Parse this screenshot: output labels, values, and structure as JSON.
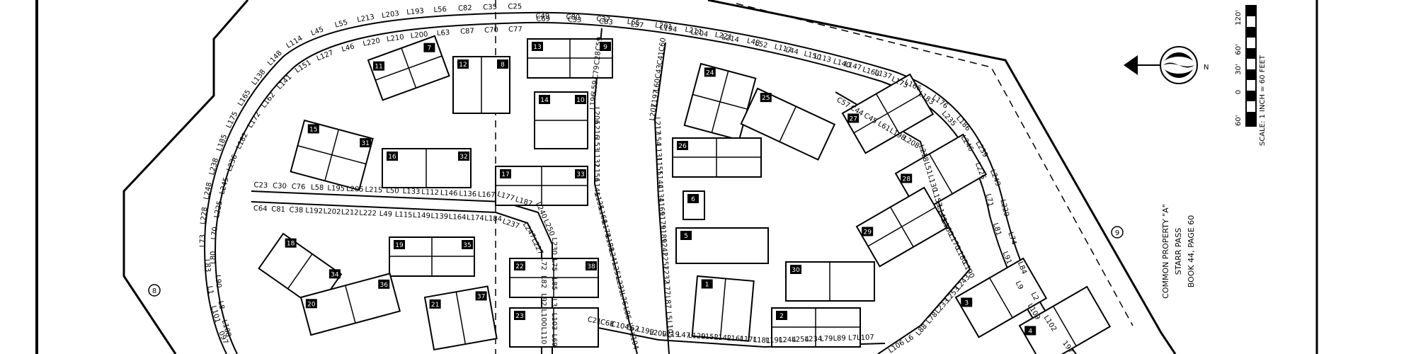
{
  "map": {
    "curve_labels": [
      "C25",
      "C69",
      "C23",
      "C59",
      "C60",
      "C57",
      "C21",
      "C77",
      "C49",
      "C64",
      "C35",
      "C33",
      "C30",
      "C28",
      "C41",
      "C44",
      "C68",
      "C70",
      "C80",
      "C81",
      "C82",
      "C83",
      "C76",
      "C79",
      "C43",
      "C45",
      "C104",
      "C87",
      "C37",
      "C38"
    ],
    "line_labels": [
      "L56",
      "L57",
      "L58",
      "L59",
      "L60",
      "L61",
      "L62",
      "L63",
      "L65",
      "L192",
      "L193",
      "L194",
      "L195",
      "L196",
      "L197",
      "L198",
      "L199",
      "L200",
      "L201",
      "L202",
      "L203",
      "L204",
      "L205",
      "L206",
      "L207",
      "L208",
      "L209",
      "L210",
      "L211",
      "L212",
      "L213",
      "L214",
      "L215",
      "L216",
      "L217",
      "L218",
      "L219",
      "L220",
      "L221",
      "L222",
      "L55",
      "L52",
      "L50",
      "L53",
      "L54",
      "L51",
      "L47",
      "L46",
      "L48",
      "L49",
      "L45",
      "L44",
      "L133",
      "L132",
      "L131",
      "L130",
      "L129",
      "L127",
      "L117",
      "L115",
      "L114",
      "L113",
      "L112",
      "L156",
      "L155",
      "L153",
      "L152",
      "L151",
      "L150",
      "L149",
      "L148",
      "L147",
      "L146",
      "L145",
      "L144",
      "L143",
      "L142",
      "L141",
      "L140",
      "L139",
      "L138",
      "L137",
      "L136",
      "L135",
      "L134",
      "L160",
      "L161",
      "L162",
      "L163",
      "L164",
      "L165",
      "L166",
      "L167",
      "L168",
      "L169",
      "L170",
      "L171",
      "L172",
      "L173",
      "L174",
      "L175",
      "L176",
      "L177",
      "L178",
      "L179",
      "L180",
      "L181",
      "L182",
      "L183",
      "L184",
      "L185",
      "L186",
      "L187",
      "L188",
      "L189",
      "L190",
      "L191",
      "L236",
      "L235",
      "L237",
      "L238",
      "L239",
      "L240",
      "L241",
      "L242",
      "L243",
      "L244",
      "L245",
      "L246",
      "L247",
      "L248",
      "L249",
      "L250",
      "L251",
      "L252",
      "L253",
      "L254",
      "L225",
      "L226",
      "L227",
      "L228",
      "L229",
      "L230",
      "L231",
      "L232",
      "L233",
      "L234",
      "L70",
      "L71",
      "L72",
      "L73",
      "L74",
      "L75",
      "L76",
      "L77",
      "L78",
      "L79",
      "L80",
      "L81",
      "L82",
      "L83",
      "L84",
      "L85",
      "L86",
      "L87",
      "L88",
      "L89",
      "L90",
      "L91",
      "L92",
      "L1",
      "L2",
      "L3",
      "L4",
      "L5",
      "L6",
      "L7",
      "L8",
      "L9",
      "L100",
      "L101",
      "L102",
      "L103",
      "L104",
      "L105",
      "L106",
      "L107",
      "L108",
      "L109",
      "L110"
    ],
    "building_numbers": [
      "11",
      "12",
      "13",
      "14",
      "15",
      "16",
      "17",
      "18",
      "19",
      "20",
      "21",
      "22",
      "23",
      "24",
      "25",
      "26",
      "27",
      "28",
      "29",
      "30",
      "1",
      "2",
      "3",
      "4",
      "5",
      "6",
      "7",
      "8",
      "9",
      "10",
      "31",
      "32",
      "33",
      "34",
      "35",
      "36",
      "37",
      "38"
    ],
    "circle_markers": [
      "8",
      "9"
    ],
    "north_label": "N",
    "scale_labels": [
      "120'",
      "60'",
      "30'",
      "0",
      "60'"
    ],
    "scale_text": "SCALE: 1 INCH = 60 FEET",
    "common_property": [
      "COMMON PROPERTY \"A\"",
      "STARR PASS",
      "BOOK 44, PAGE 60"
    ],
    "edge_labels": [
      "097",
      "197",
      "L69"
    ]
  }
}
